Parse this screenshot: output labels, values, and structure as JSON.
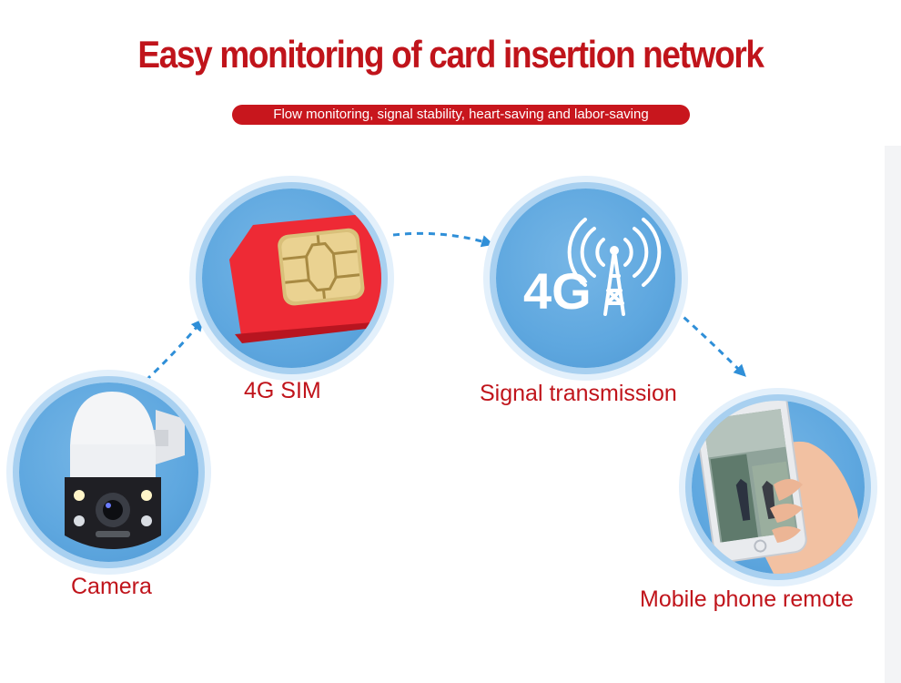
{
  "header": {
    "title": "Easy monitoring of card insertion network",
    "subtitle": "Flow monitoring, signal stability, heart-saving and labor-saving"
  },
  "nodes": {
    "camera": {
      "label": "Camera",
      "icon": "ptz-camera-icon"
    },
    "sim": {
      "label": "4G SIM",
      "icon": "sim-card-icon"
    },
    "signal": {
      "label": "Signal transmission",
      "icon": "4g-tower-icon",
      "icon_text": "4G"
    },
    "phone": {
      "label": "Mobile phone remote",
      "icon": "smartphone-in-hand-icon"
    }
  },
  "colors": {
    "accent_red": "#c0141b",
    "circle_blue": "#5ea7df",
    "arrow_blue": "#2f8fd8"
  }
}
